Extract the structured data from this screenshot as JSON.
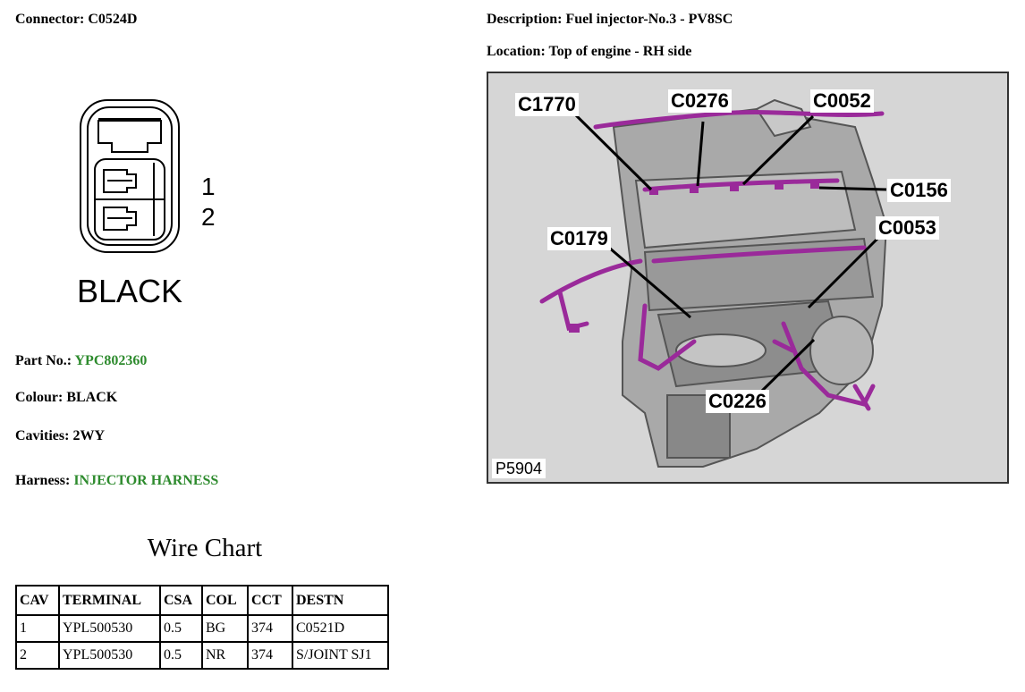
{
  "connector": {
    "label": "Connector:",
    "code": "C0524D"
  },
  "description": {
    "label": "Description:",
    "value": "Fuel injector-No.3 - PV8SC"
  },
  "location": {
    "label": "Location:",
    "value": "Top of engine - RH side"
  },
  "diagram": {
    "pin_1": "1",
    "pin_2": "2",
    "colour_text": "BLACK"
  },
  "part_no": {
    "label": "Part No.:",
    "value": "YPC802360"
  },
  "colour": {
    "label": "Colour:",
    "value": "BLACK"
  },
  "cavities": {
    "label": "Cavities:",
    "value": "2WY"
  },
  "harness": {
    "label": "Harness:",
    "value": "INJECTOR HARNESS"
  },
  "wire_chart": {
    "title": "Wire Chart",
    "headers": [
      "CAV",
      "TERMINAL",
      "CSA",
      "COL",
      "CCT",
      "DESTN"
    ],
    "rows": [
      [
        "1",
        "YPL500530",
        "0.5",
        "BG",
        "374",
        "C0521D"
      ],
      [
        "2",
        "YPL500530",
        "0.5",
        "NR",
        "374",
        "S/JOINT SJ1"
      ]
    ]
  },
  "engine_image": {
    "figure_id": "P5904",
    "callouts": [
      "C1770",
      "C0276",
      "C0052",
      "C0156",
      "C0179",
      "C0053",
      "C0226"
    ]
  },
  "colors": {
    "green": "#2e8b2e",
    "harness_purple": "#9a2a9a"
  }
}
